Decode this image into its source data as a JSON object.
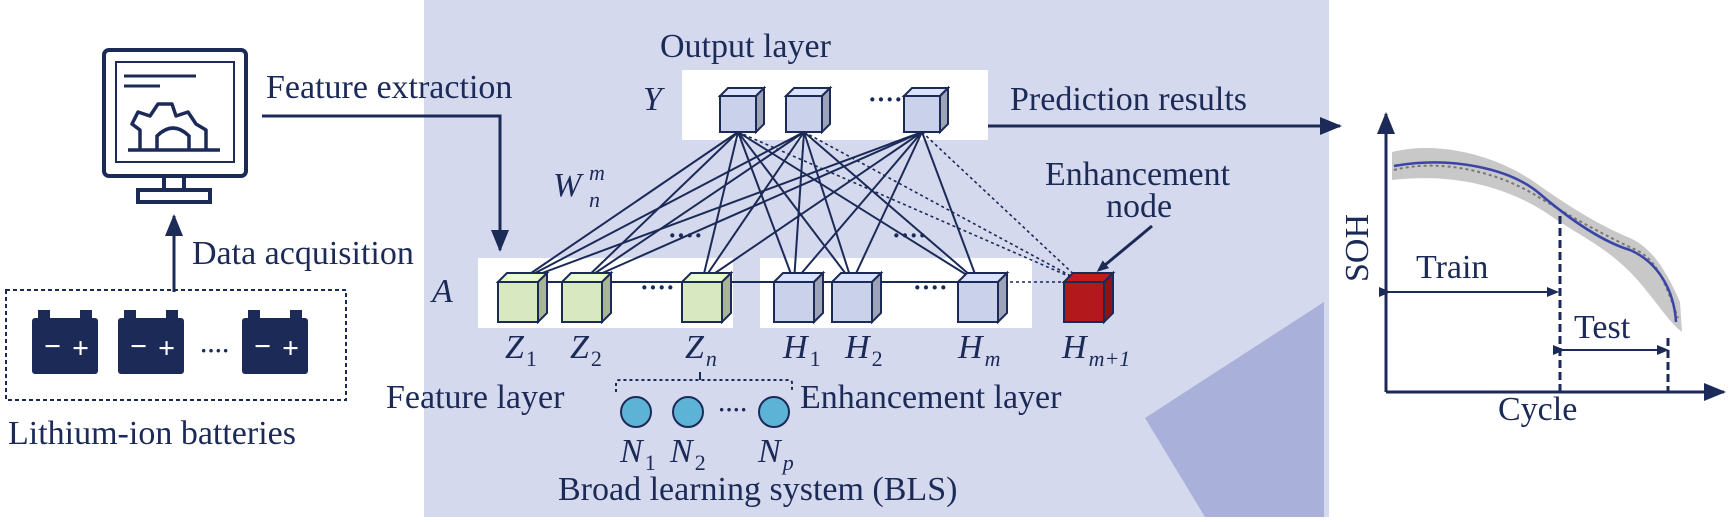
{
  "labels": {
    "feature_extraction": "Feature extraction",
    "data_acquisition": "Data acquisition",
    "lithium_ion_batteries": "Lithium-ion batteries",
    "output_layer": "Output layer",
    "prediction_results": "Prediction results",
    "enhancement_node": [
      "Enhancement",
      "node"
    ],
    "feature_layer": "Feature layer",
    "enhancement_layer": "Enhancement layer",
    "bls": "Broad learning system (BLS)",
    "y": "Y",
    "a": "A",
    "w_main": "W",
    "w_sup": "m",
    "w_sub": "n",
    "ellipsis": "····"
  },
  "feature_nodes": [
    {
      "main": "Z",
      "sub": "1"
    },
    {
      "main": "Z",
      "sub": "2"
    },
    {
      "main": "Z",
      "sub": "n"
    }
  ],
  "enhancement_nodes": [
    {
      "main": "H",
      "sub": "1"
    },
    {
      "main": "H",
      "sub": "2"
    },
    {
      "main": "H",
      "sub": "m"
    }
  ],
  "extra_enhancement_node": {
    "main": "H",
    "sub": "m+1"
  },
  "input_nodes": [
    {
      "main": "N",
      "sub": "1"
    },
    {
      "main": "N",
      "sub": "2"
    },
    {
      "main": "N",
      "sub": "p"
    }
  ],
  "chart": {
    "ylabel": "SOH",
    "xlabel": "Cycle",
    "train": "Train",
    "test": "Test"
  },
  "battery": {
    "minus": "−",
    "plus": "+"
  },
  "colors": {
    "navy": "#1b2a57",
    "panel": "#d5d9ee",
    "triangle": "#a9b1da",
    "feature_cube": "#d8e8c0",
    "enh_cube": "#c9d2ea",
    "red_cube": "#b3191c",
    "circle": "#5db3d6"
  }
}
